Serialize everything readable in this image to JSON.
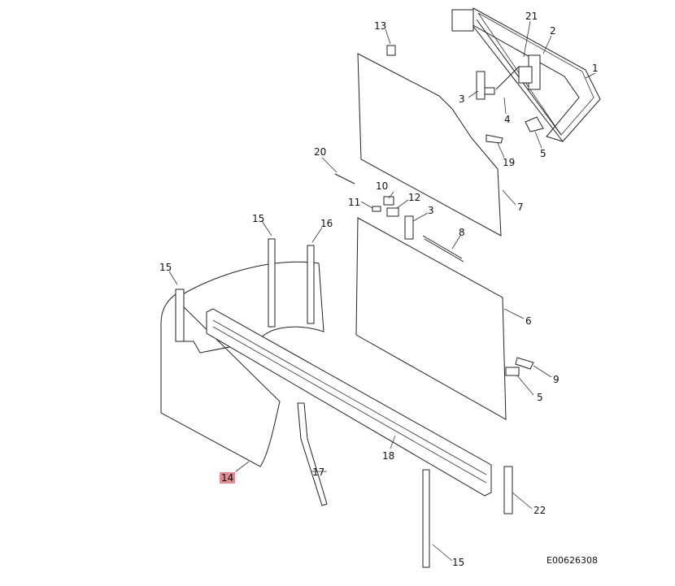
{
  "doc_id": "E00626308",
  "callouts": [
    {
      "id": "c1",
      "label": "1",
      "highlight": false
    },
    {
      "id": "c2",
      "label": "2",
      "highlight": false
    },
    {
      "id": "c21",
      "label": "21",
      "highlight": false
    },
    {
      "id": "c13",
      "label": "13",
      "highlight": false
    },
    {
      "id": "c3a",
      "label": "3",
      "highlight": false
    },
    {
      "id": "c4",
      "label": "4",
      "highlight": false
    },
    {
      "id": "c5a",
      "label": "5",
      "highlight": false
    },
    {
      "id": "c19",
      "label": "19",
      "highlight": false
    },
    {
      "id": "c20",
      "label": "20",
      "highlight": false
    },
    {
      "id": "c7",
      "label": "7",
      "highlight": false
    },
    {
      "id": "c10",
      "label": "10",
      "highlight": false
    },
    {
      "id": "c11",
      "label": "11",
      "highlight": false
    },
    {
      "id": "c12",
      "label": "12",
      "highlight": false
    },
    {
      "id": "c3b",
      "label": "3",
      "highlight": false
    },
    {
      "id": "c8",
      "label": "8",
      "highlight": false
    },
    {
      "id": "c15a",
      "label": "15",
      "highlight": false
    },
    {
      "id": "c16",
      "label": "16",
      "highlight": false
    },
    {
      "id": "c15b",
      "label": "15",
      "highlight": false
    },
    {
      "id": "c6",
      "label": "6",
      "highlight": false
    },
    {
      "id": "c9",
      "label": "9",
      "highlight": false
    },
    {
      "id": "c5b",
      "label": "5",
      "highlight": false
    },
    {
      "id": "c18",
      "label": "18",
      "highlight": false
    },
    {
      "id": "c17",
      "label": "17",
      "highlight": false
    },
    {
      "id": "c14",
      "label": "14",
      "highlight": true
    },
    {
      "id": "c22",
      "label": "22",
      "highlight": false
    },
    {
      "id": "c15c",
      "label": "15",
      "highlight": false
    }
  ]
}
